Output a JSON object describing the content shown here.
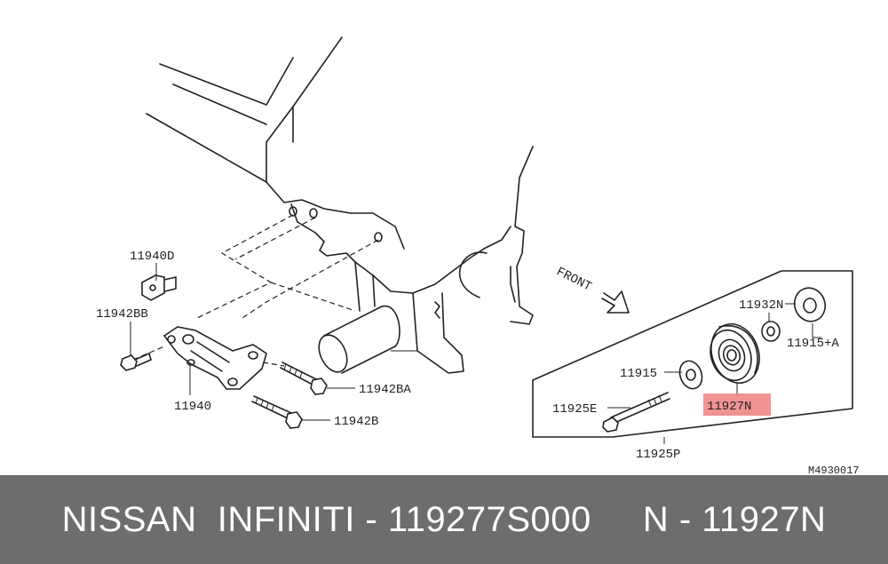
{
  "diagram": {
    "part_labels": {
      "p11940D": "11940D",
      "p11942BB": "11942BB",
      "p11940": "11940",
      "p11942BA": "11942BA",
      "p11942B": "11942B",
      "p11932N": "11932N",
      "p11915A": "11915+A",
      "p11915": "11915",
      "p11925E": "11925E",
      "p11927N": "11927N",
      "p11925P": "11925P"
    },
    "front_label": "FRONT",
    "reference_code": "M4930017",
    "highlight_color": "#f08080"
  },
  "footer": {
    "text": "NISSAN  INFINITI - 119277S000     N - 11927N",
    "background": "#6d6d6d"
  }
}
